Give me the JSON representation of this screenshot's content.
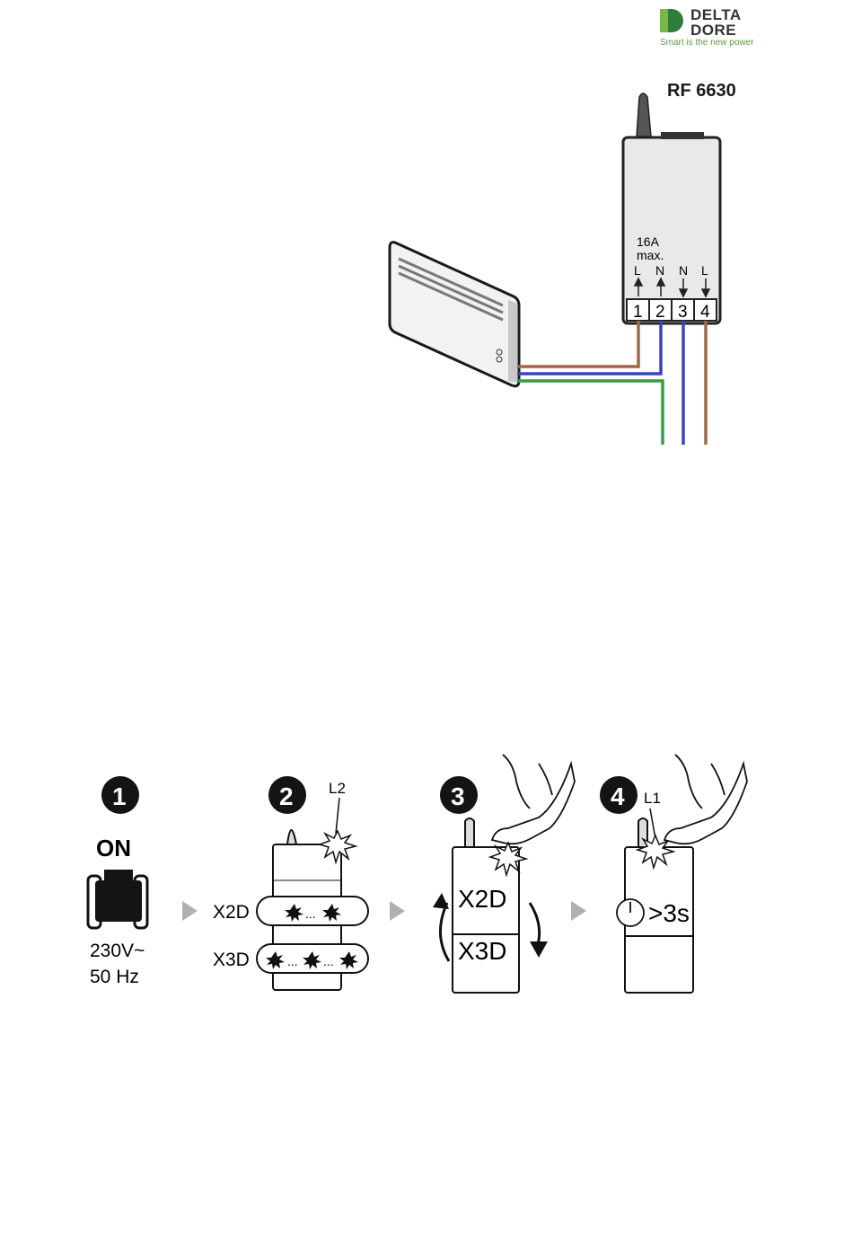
{
  "logo": {
    "line1": "DELTA",
    "line2": "DORE",
    "tagline": "Smart is the new power"
  },
  "device": {
    "model": "RF 6630",
    "rating_line1": "16A",
    "rating_line2": "max."
  },
  "terminals": [
    {
      "number": "1",
      "label": "L"
    },
    {
      "number": "2",
      "label": "N"
    },
    {
      "number": "3",
      "label": "N"
    },
    {
      "number": "4",
      "label": "L"
    }
  ],
  "colors": {
    "brown": "#a06a4a",
    "blue": "#3a46b8",
    "green": "#3a9a4a",
    "logo_green": "#5a9b45",
    "arrow_gray": "#b0b0b0"
  },
  "steps": [
    {
      "number": "1",
      "title": "ON",
      "voltage": "230V~",
      "frequency": "50 Hz"
    },
    {
      "number": "2",
      "led": "L2",
      "x2d": "X2D",
      "x3d": "X3D"
    },
    {
      "number": "3",
      "x2d": "X2D",
      "x3d": "X3D"
    },
    {
      "number": "4",
      "led": "L1",
      "duration": ">3s"
    }
  ]
}
